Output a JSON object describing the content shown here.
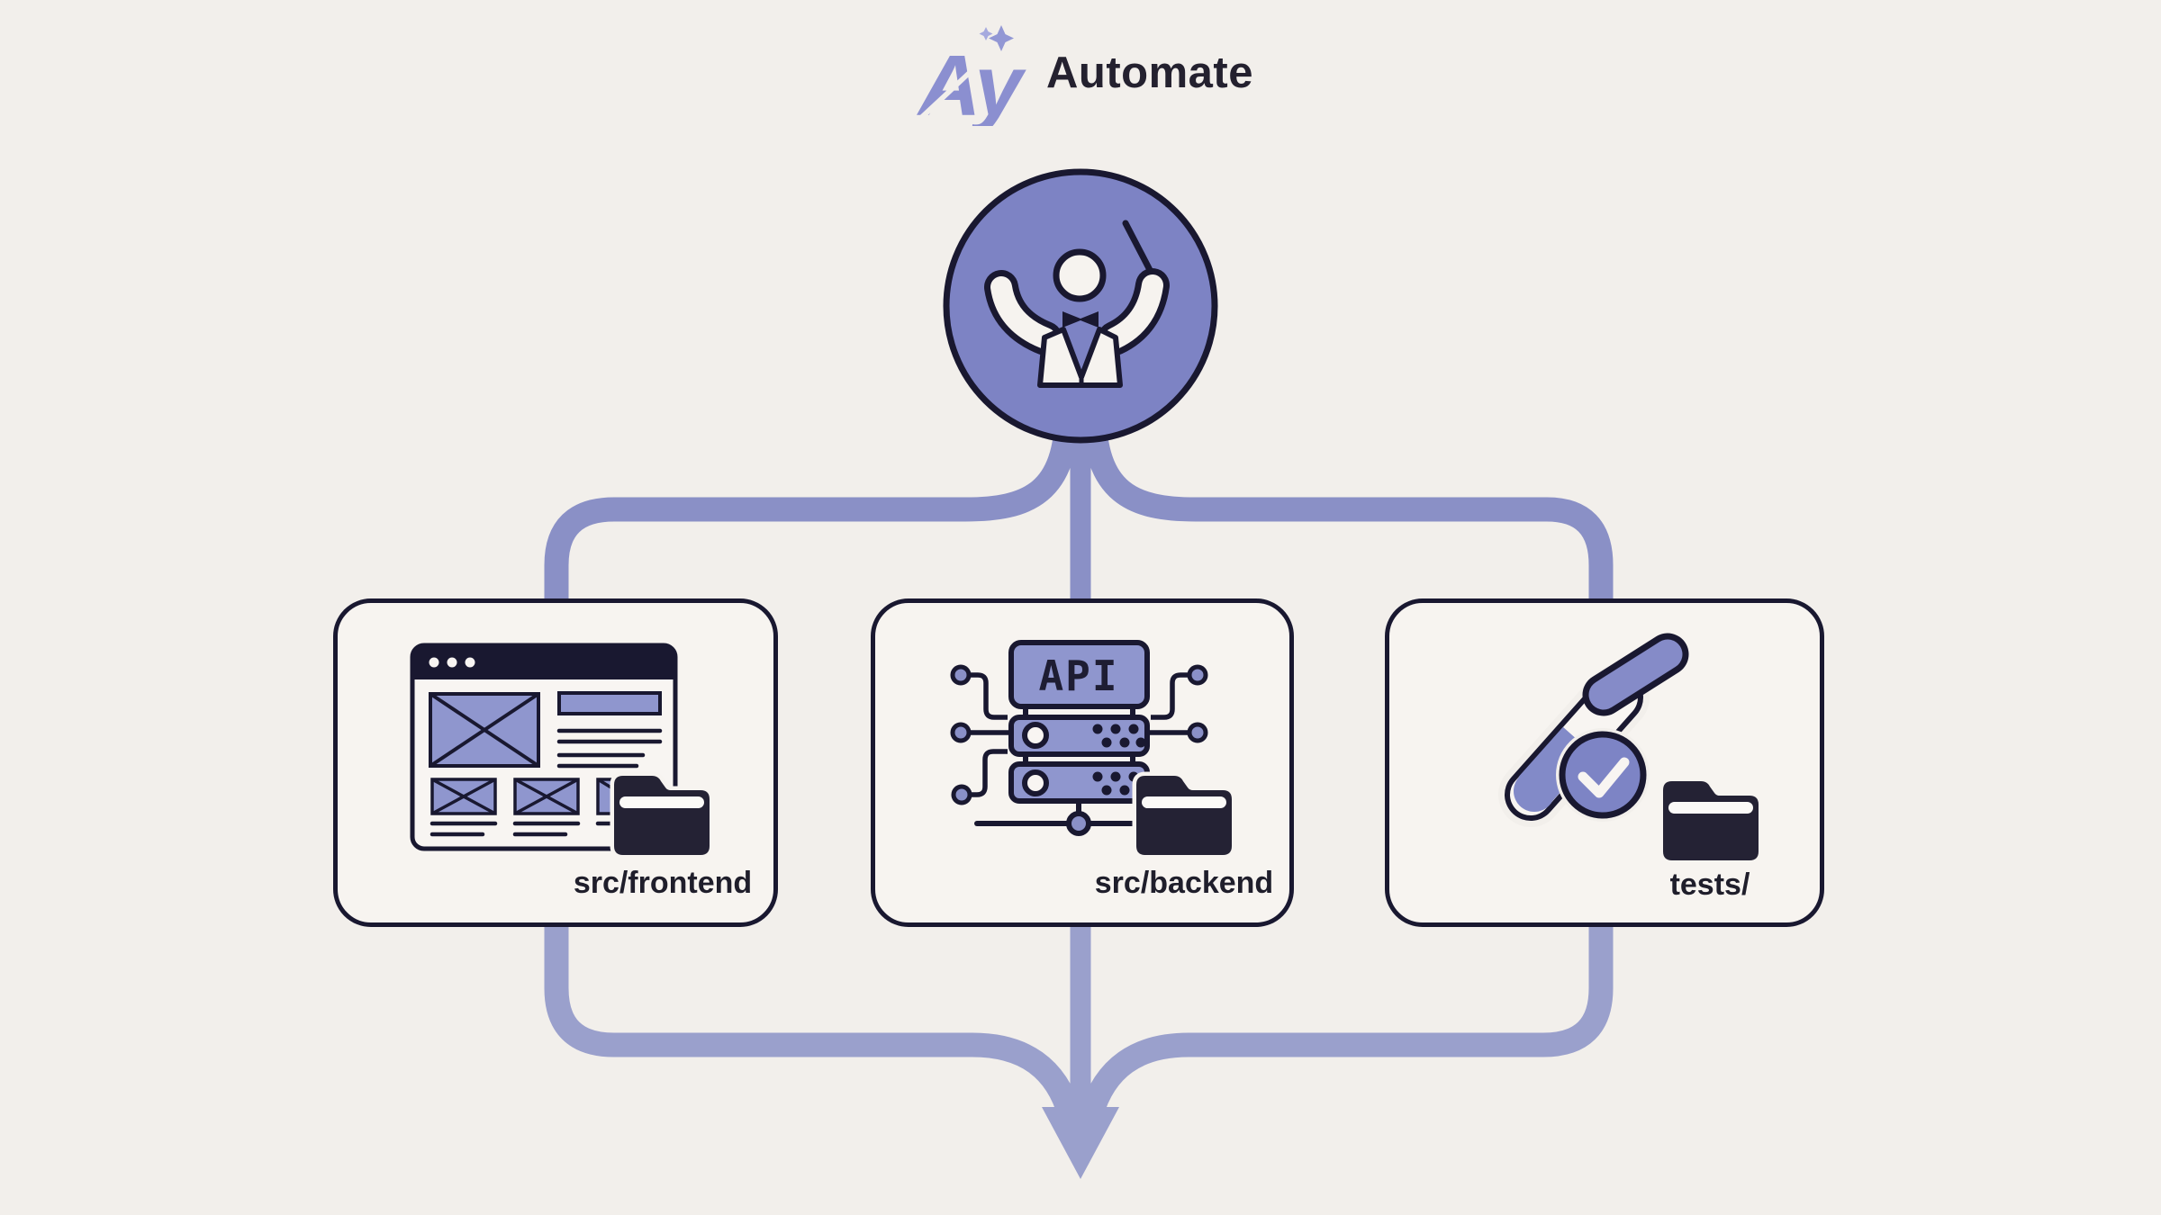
{
  "logo": {
    "mark": "Ay",
    "name": "Automate"
  },
  "orchestrator": {
    "icon": "conductor-icon"
  },
  "nodes": [
    {
      "id": "frontend",
      "icon": "browser-wireframe-icon",
      "label": "src/frontend"
    },
    {
      "id": "backend",
      "icon": "api-server-icon",
      "label": "src/backend",
      "server_text": "API"
    },
    {
      "id": "tests",
      "icon": "test-tube-check-icon",
      "label": "tests/"
    }
  ],
  "colors": {
    "background": "#f2efeb",
    "ink": "#191830",
    "accent_purple": "#7d83c4",
    "panel_purple": "#8f96ce",
    "line_top": "#8a90c6",
    "line_bottom": "#9aa0cc",
    "folder": "#242234",
    "card_fill": "#f7f4f0"
  }
}
